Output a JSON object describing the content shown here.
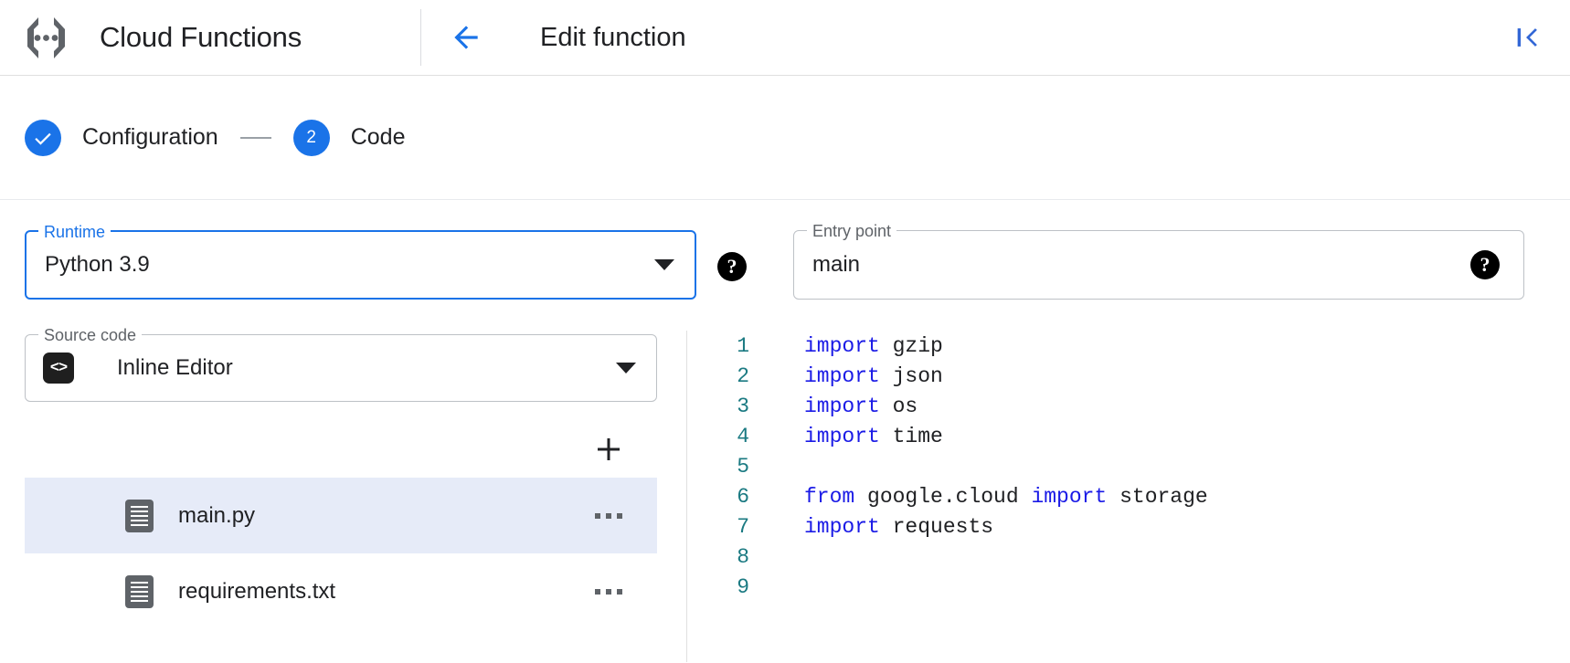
{
  "header": {
    "brand": "Cloud Functions",
    "logo_icon": "cloud-functions-logo",
    "back_icon": "arrow-left-icon",
    "page_title": "Edit function",
    "collapse_icon": "collapse-panel-icon"
  },
  "stepper": {
    "steps": [
      {
        "label": "Configuration",
        "marker": "check",
        "icon": "check-icon",
        "state": "complete"
      },
      {
        "label": "Code",
        "marker": "2",
        "icon": "step-number",
        "state": "active"
      }
    ]
  },
  "form": {
    "runtime": {
      "legend": "Runtime",
      "value": "Python 3.9",
      "focused": true,
      "caret_icon": "chevron-down-icon",
      "help_icon": "help-icon",
      "help_glyph": "?"
    },
    "entry_point": {
      "legend": "Entry point",
      "value": "main",
      "placeholder": "main",
      "help_icon": "help-icon",
      "help_glyph": "?"
    },
    "source_code": {
      "legend": "Source code",
      "value": "Inline Editor",
      "leading_icon": "code-brackets-icon",
      "leading_glyph": "<>",
      "caret_icon": "chevron-down-icon"
    }
  },
  "files": {
    "add_button_icon": "plus-icon",
    "add_button_glyph": "+",
    "items": [
      {
        "name": "main.py",
        "selected": true,
        "icon": "file-icon",
        "menu_icon": "more-options-icon"
      },
      {
        "name": "requirements.txt",
        "selected": false,
        "icon": "file-icon",
        "menu_icon": "more-options-icon"
      }
    ]
  },
  "editor": {
    "language": "python",
    "lines": [
      {
        "n": "1",
        "tokens": [
          {
            "t": "import",
            "k": true
          },
          {
            "t": " gzip",
            "k": false
          }
        ]
      },
      {
        "n": "2",
        "tokens": [
          {
            "t": "import",
            "k": true
          },
          {
            "t": " json",
            "k": false
          }
        ]
      },
      {
        "n": "3",
        "tokens": [
          {
            "t": "import",
            "k": true
          },
          {
            "t": " os",
            "k": false
          }
        ]
      },
      {
        "n": "4",
        "tokens": [
          {
            "t": "import",
            "k": true
          },
          {
            "t": " time",
            "k": false
          }
        ]
      },
      {
        "n": "5",
        "tokens": []
      },
      {
        "n": "6",
        "tokens": [
          {
            "t": "from",
            "k": true
          },
          {
            "t": " google.cloud ",
            "k": false
          },
          {
            "t": "import",
            "k": true
          },
          {
            "t": " storage",
            "k": false
          }
        ]
      },
      {
        "n": "7",
        "tokens": [
          {
            "t": "import",
            "k": true
          },
          {
            "t": " requests",
            "k": false
          }
        ]
      },
      {
        "n": "8",
        "tokens": []
      },
      {
        "n": "9",
        "tokens": []
      }
    ]
  },
  "colors": {
    "accent": "#1a73e8",
    "keyword": "#1a1ae6",
    "line_number": "#1b7a82",
    "selected_row": "#e6ebf8",
    "text": "#202124",
    "border": "#bdc1c6"
  }
}
